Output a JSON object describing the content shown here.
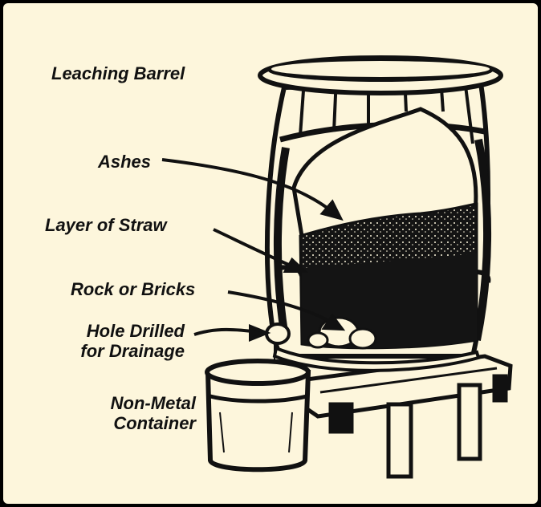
{
  "colors": {
    "background": "#fdf6dc",
    "ink": "#111111",
    "frame": "#000000"
  },
  "labels": {
    "leaching_barrel": "Leaching Barrel",
    "ashes": "Ashes",
    "layer_of_straw": "Layer of Straw",
    "rock_or_bricks": "Rock or Bricks",
    "hole_drilled_line1": "Hole Drilled",
    "hole_drilled_line2": "for Drainage",
    "container_line1": "Non-Metal",
    "container_line2": "Container"
  }
}
